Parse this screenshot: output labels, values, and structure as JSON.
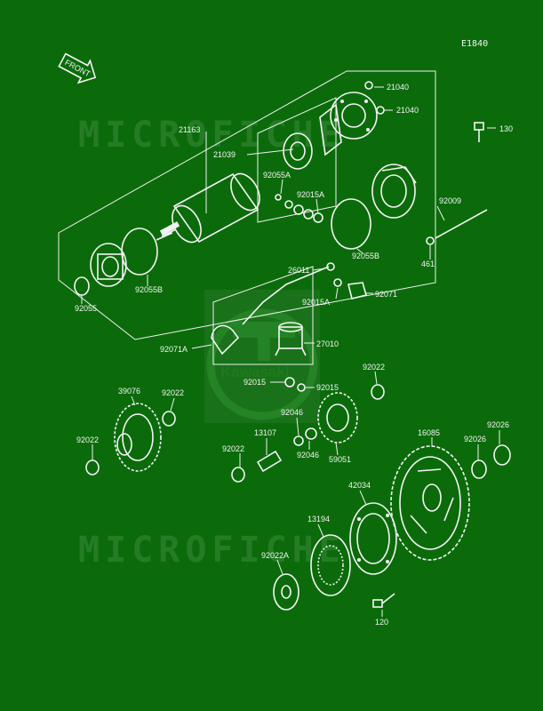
{
  "figure_code": "E1840",
  "front_label": "FRONT",
  "watermark": {
    "text": "MICROFICHE",
    "logo": "Kawasaki"
  },
  "parts": [
    {
      "id": "p21040a",
      "number": "21040"
    },
    {
      "id": "p21040b",
      "number": "21040"
    },
    {
      "id": "p130a",
      "number": "130"
    },
    {
      "id": "p21163",
      "number": "21163"
    },
    {
      "id": "p21039",
      "number": "21039"
    },
    {
      "id": "p92055A",
      "number": "92055A"
    },
    {
      "id": "p92015Aa",
      "number": "92015A"
    },
    {
      "id": "p92009",
      "number": "92009"
    },
    {
      "id": "p92055B_upper",
      "number": "92055B"
    },
    {
      "id": "p461",
      "number": "461"
    },
    {
      "id": "p26011",
      "number": "26011"
    },
    {
      "id": "p92015Ab",
      "number": "92015A"
    },
    {
      "id": "p92071",
      "number": "92071"
    },
    {
      "id": "p92055B_lower",
      "number": "92055B"
    },
    {
      "id": "p92055",
      "number": "92055"
    },
    {
      "id": "p92071A",
      "number": "92071A"
    },
    {
      "id": "p27010",
      "number": "27010"
    },
    {
      "id": "p92022_top",
      "number": "92022"
    },
    {
      "id": "p92015a",
      "number": "92015"
    },
    {
      "id": "p92015b",
      "number": "92015"
    },
    {
      "id": "p39076",
      "number": "39076"
    },
    {
      "id": "p92022_left2",
      "number": "92022"
    },
    {
      "id": "p92046a",
      "number": "92046"
    },
    {
      "id": "p92046b",
      "number": "92046"
    },
    {
      "id": "p13107",
      "number": "13107"
    },
    {
      "id": "p16085",
      "number": "16085"
    },
    {
      "id": "p92026a",
      "number": "92026"
    },
    {
      "id": "p92026b",
      "number": "92026"
    },
    {
      "id": "p92022_left",
      "number": "92022"
    },
    {
      "id": "p92022_mid",
      "number": "92022"
    },
    {
      "id": "p59051",
      "number": "59051"
    },
    {
      "id": "p42034",
      "number": "42034"
    },
    {
      "id": "p13194",
      "number": "13194"
    },
    {
      "id": "p92022A",
      "number": "92022A"
    },
    {
      "id": "p120",
      "number": "120"
    }
  ]
}
